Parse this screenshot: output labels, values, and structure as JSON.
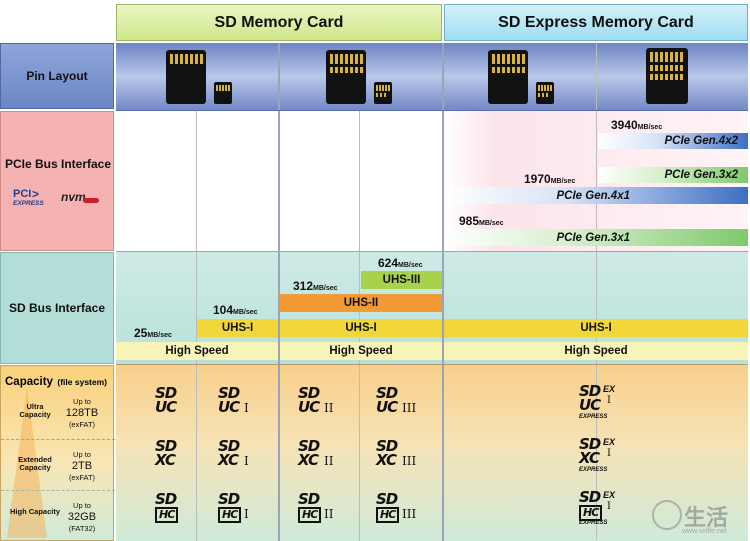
{
  "headers": {
    "sd": "SD Memory Card",
    "sdexpress": "SD Express Memory Card"
  },
  "rows": {
    "pin_layout": "Pin Layout",
    "pcie": "PCIe Bus Interface",
    "sdbus": "SD Bus Interface",
    "capacity_title": "Capacity",
    "capacity_fs": "(file system)"
  },
  "pcie_logo": {
    "pci": "PCI",
    "express": "EXPRESS",
    "nvme": "nvm"
  },
  "speeds": {
    "s3940": "3940",
    "s1970": "1970",
    "s985": "985",
    "s624": "624",
    "s312": "312",
    "s104": "104",
    "s25": "25",
    "unit": "MB/sec"
  },
  "bars": {
    "gen4x2": "PCIe Gen.4x2",
    "gen3x2": "PCIe Gen.3x2",
    "gen4x1": "PCIe Gen.4x1",
    "gen3x1": "PCIe Gen.3x1",
    "uhs3": "UHS-III",
    "uhs2": "UHS-II",
    "uhs1": "UHS-I",
    "hs": "High Speed"
  },
  "capacities": [
    {
      "name": "Ultra Capacity",
      "upto": "Up to",
      "size": "128TB",
      "fs": "(exFAT)",
      "code": "UC"
    },
    {
      "name": "Extended Capacity",
      "upto": "Up to",
      "size": "2TB",
      "fs": "(exFAT)",
      "code": "XC"
    },
    {
      "name": "High Capacity",
      "upto": "Up to",
      "size": "32GB",
      "fs": "(FAT32)",
      "code": "HC"
    }
  ],
  "logo_marks": {
    "sd": "SD",
    "bus1": "I",
    "bus2": "II",
    "bus3": "III",
    "ex": "EX",
    "express": "EXPRESS"
  },
  "watermark": {
    "site": "www.sellfe.net",
    "chars": "生活"
  },
  "colors": {
    "sd_header": "#dcefa6",
    "sdx_header": "#b2e6f5",
    "pin_row": "#7f99d1",
    "pcie_row": "#f4b3b1",
    "sd_row": "#b3ded8",
    "cap_row": "#f8cf8a",
    "uhs1": "#f1d73a",
    "uhs2": "#f19a36",
    "uhs3": "#a9d24c",
    "pcie3": "#8fd07a",
    "pcie4": "#4a79c9",
    "hs": "#f8f4b8"
  }
}
